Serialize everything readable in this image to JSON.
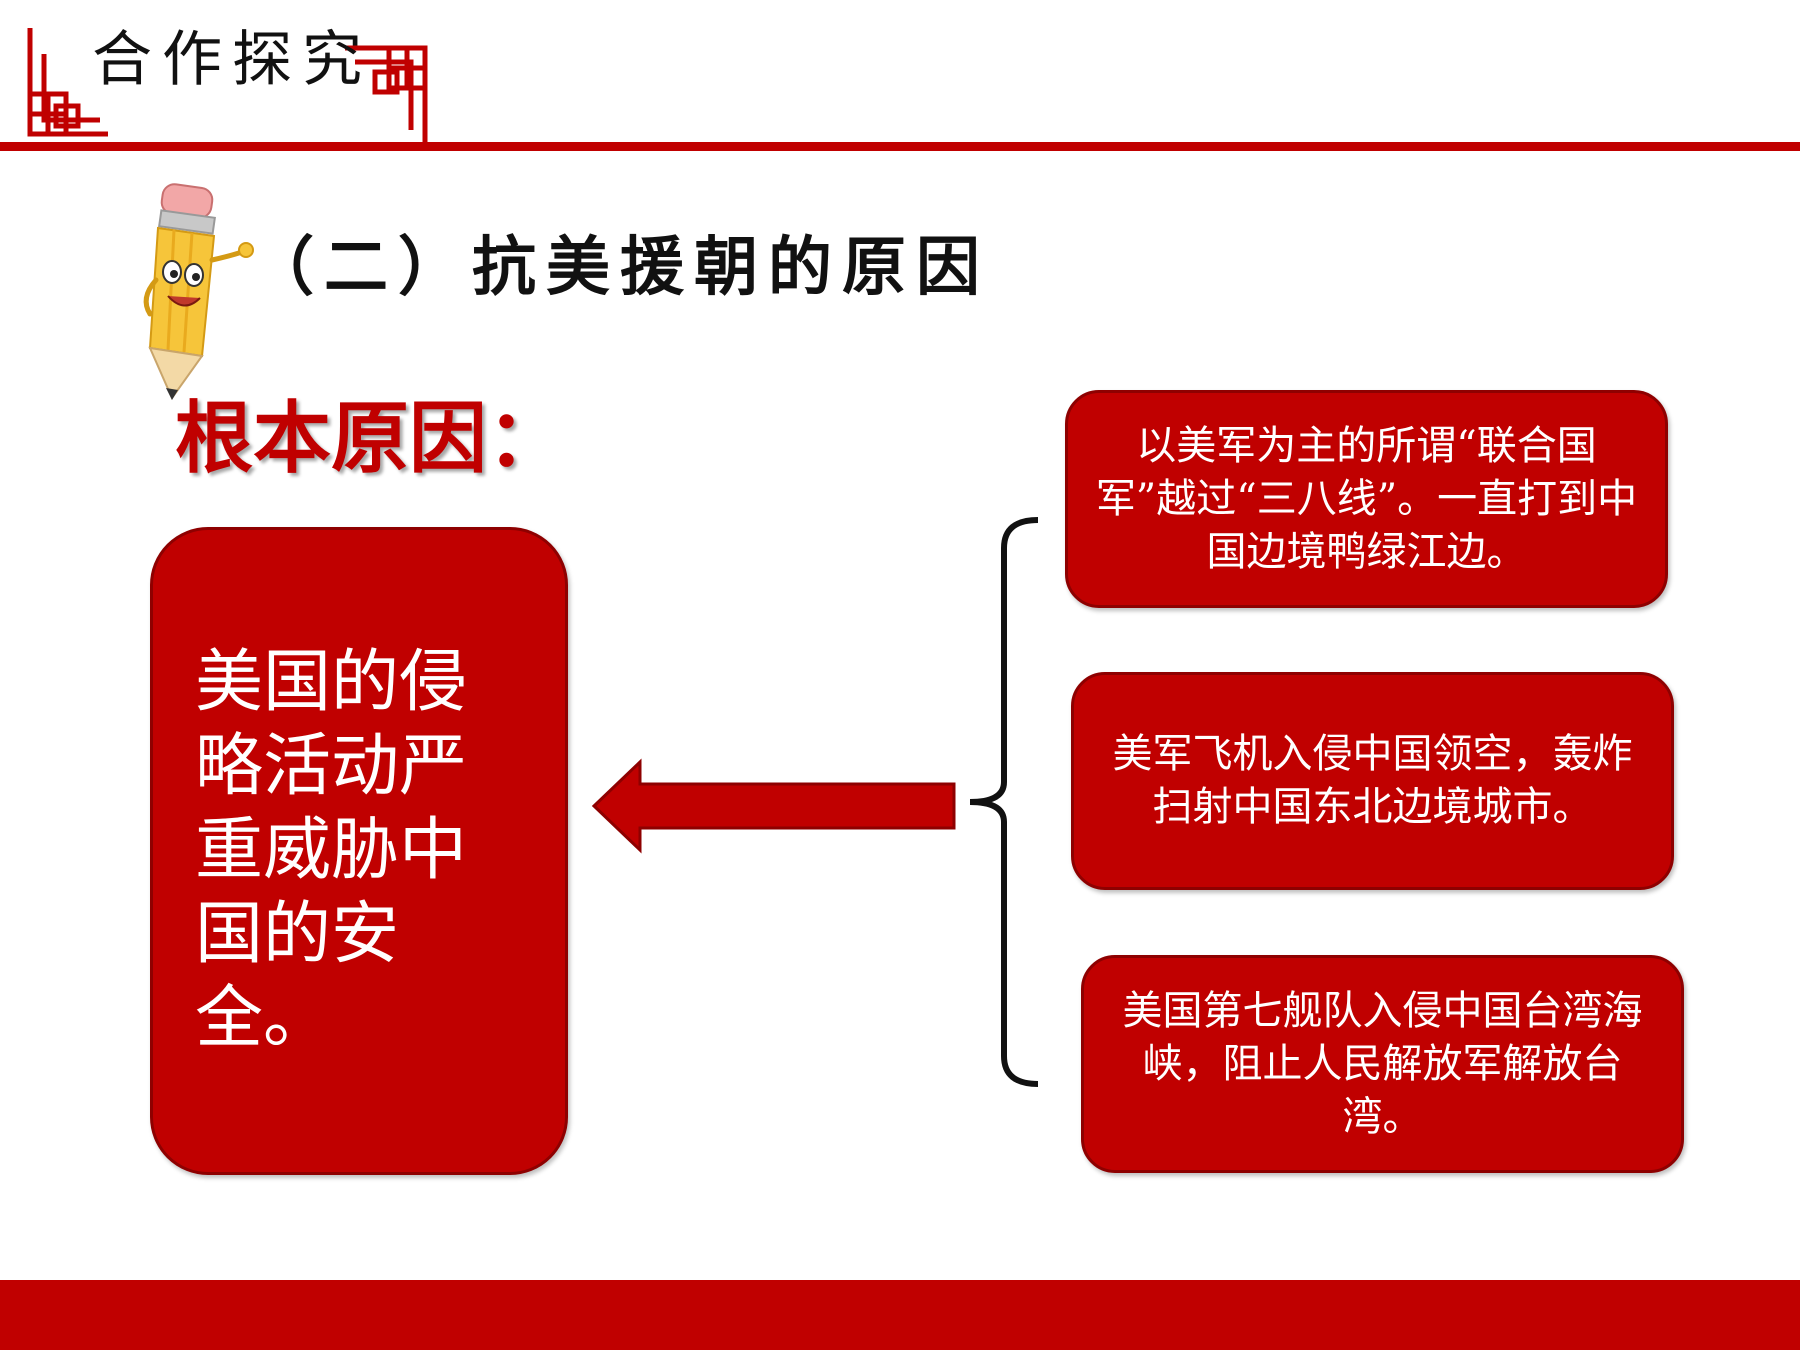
{
  "header": {
    "title": "合作探究"
  },
  "section_title": "（二）抗美援朝的原因",
  "root_cause_label": "根本原因：",
  "main_box": {
    "text": "美国的侵略活动严重威胁中国的安全。"
  },
  "reasons": [
    {
      "text": "以美军为主的所谓“联合国军”越过“三八线”。一直打到中国边境鸭绿江边。"
    },
    {
      "text": "美军飞机入侵中国领空，轰炸扫射中国东北边境城市。"
    },
    {
      "text": "美国第七舰队入侵中国台湾海峡，阻止人民解放军解放台湾。"
    }
  ],
  "colors": {
    "accent": "#c00000",
    "box_border": "#8e0000",
    "text_on_accent": "#ffffff"
  },
  "icons": [
    "lattice-corner-ornament",
    "pencil-mascot-icon",
    "left-arrow-icon",
    "curly-brace-icon"
  ]
}
